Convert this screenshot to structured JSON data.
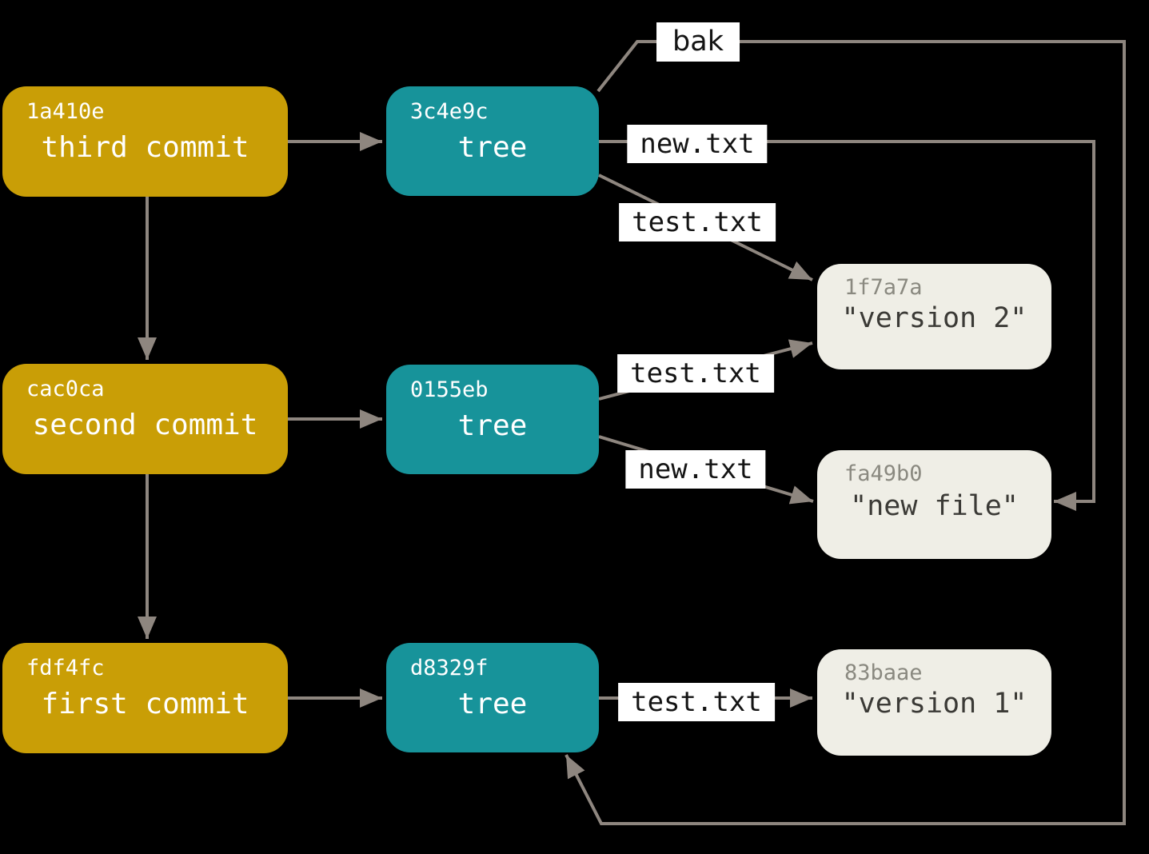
{
  "colors": {
    "background": "#000000",
    "commit-fill": "#C99E06",
    "tree-fill": "#17939A",
    "blob-fill": "#EFEEE6",
    "line": "#8E867F",
    "node-text": "#FFFFFF",
    "blob-hash-text": "#8A8980",
    "blob-title-text": "#3B3A36",
    "label-bg": "#FFFFFF",
    "label-text": "#141414"
  },
  "nodes": {
    "commits": [
      {
        "hash": "1a410e",
        "title": "third commit"
      },
      {
        "hash": "cac0ca",
        "title": "second commit"
      },
      {
        "hash": "fdf4fc",
        "title": "first commit"
      }
    ],
    "trees": [
      {
        "hash": "3c4e9c",
        "title": "tree"
      },
      {
        "hash": "0155eb",
        "title": "tree"
      },
      {
        "hash": "d8329f",
        "title": "tree"
      }
    ],
    "blobs": [
      {
        "hash": "1f7a7a",
        "title": "\"version 2\""
      },
      {
        "hash": "fa49b0",
        "title": "\"new file\""
      },
      {
        "hash": "83baae",
        "title": "\"version 1\""
      }
    ]
  },
  "edge_labels": {
    "bak": "bak",
    "tree1_new": "new.txt",
    "tree1_test": "test.txt",
    "tree2_test": "test.txt",
    "tree2_new": "new.txt",
    "tree3_test": "test.txt"
  },
  "edges": [
    {
      "from": "commit 1a410e",
      "to": "tree 3c4e9c"
    },
    {
      "from": "commit cac0ca",
      "to": "tree 0155eb"
    },
    {
      "from": "commit fdf4fc",
      "to": "tree d8329f"
    },
    {
      "from": "commit 1a410e",
      "to": "commit cac0ca"
    },
    {
      "from": "commit cac0ca",
      "to": "commit fdf4fc"
    },
    {
      "from": "tree 3c4e9c",
      "to": "tree d8329f",
      "label": "bak"
    },
    {
      "from": "tree 3c4e9c",
      "to": "blob fa49b0",
      "label": "new.txt"
    },
    {
      "from": "tree 3c4e9c",
      "to": "blob 1f7a7a",
      "label": "test.txt"
    },
    {
      "from": "tree 0155eb",
      "to": "blob 1f7a7a",
      "label": "test.txt"
    },
    {
      "from": "tree 0155eb",
      "to": "blob fa49b0",
      "label": "new.txt"
    },
    {
      "from": "tree d8329f",
      "to": "blob 83baae",
      "label": "test.txt"
    }
  ]
}
